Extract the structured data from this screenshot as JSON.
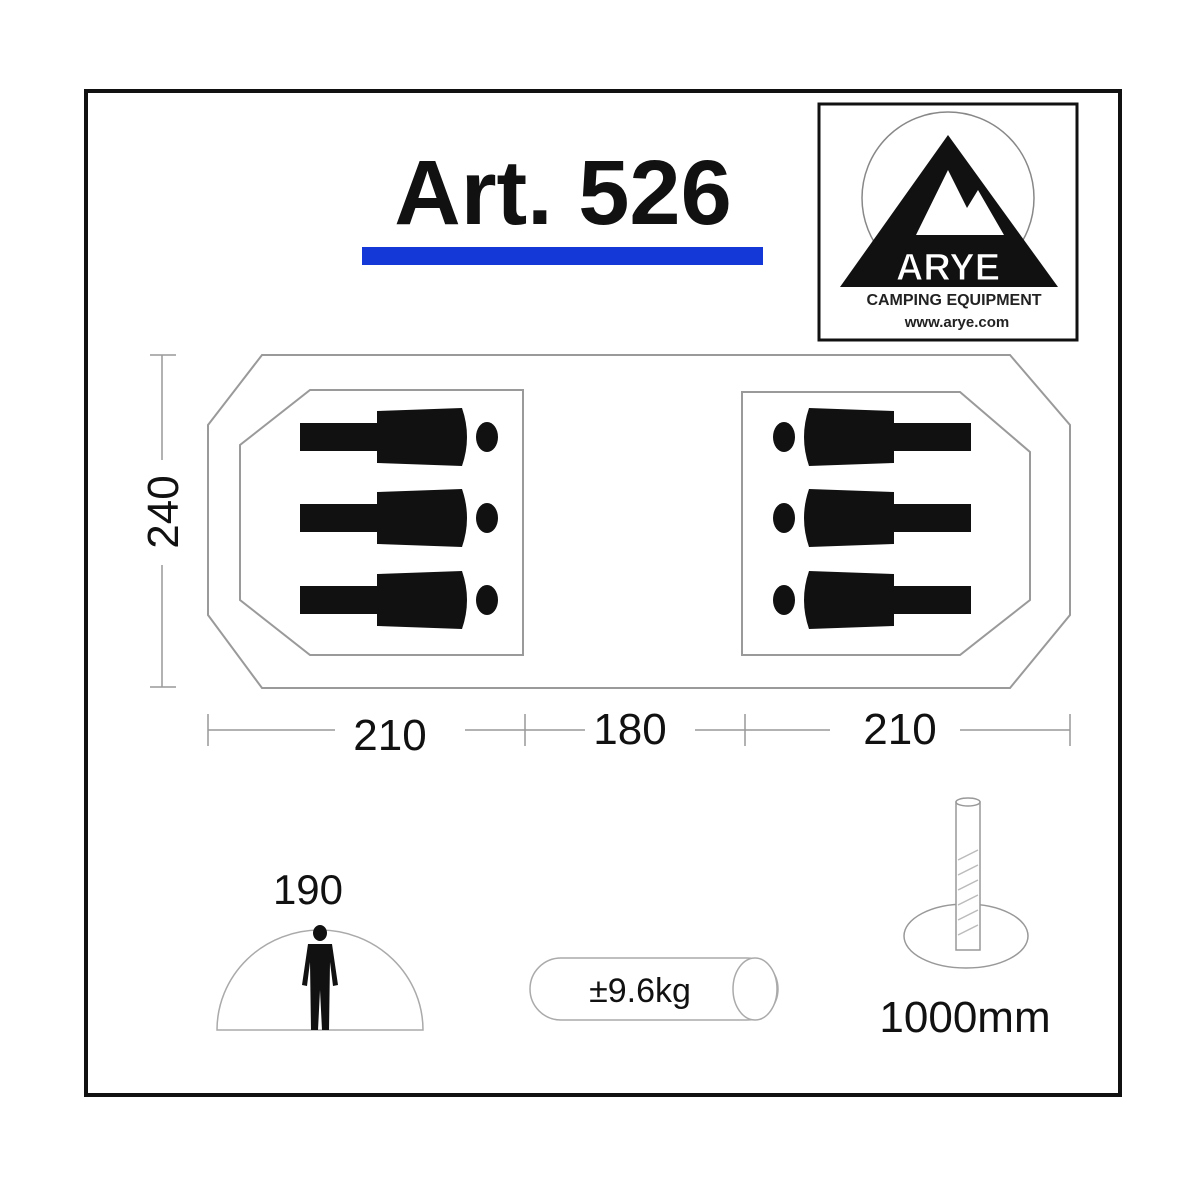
{
  "title": "Art. 526",
  "logo": {
    "brand": "ARYE",
    "tagline": "CAMPING EQUIPMENT",
    "website": "www.arye.com"
  },
  "dimensions": {
    "width": "240",
    "left_room": "210",
    "middle": "180",
    "right_room": "210",
    "height": "190"
  },
  "weight": "±9.6kg",
  "water_column": "1000mm",
  "sleeping_capacity": 6,
  "colors": {
    "accent_bar": "#1438d8",
    "ink": "#111111",
    "outline": "#9a9a9a"
  }
}
